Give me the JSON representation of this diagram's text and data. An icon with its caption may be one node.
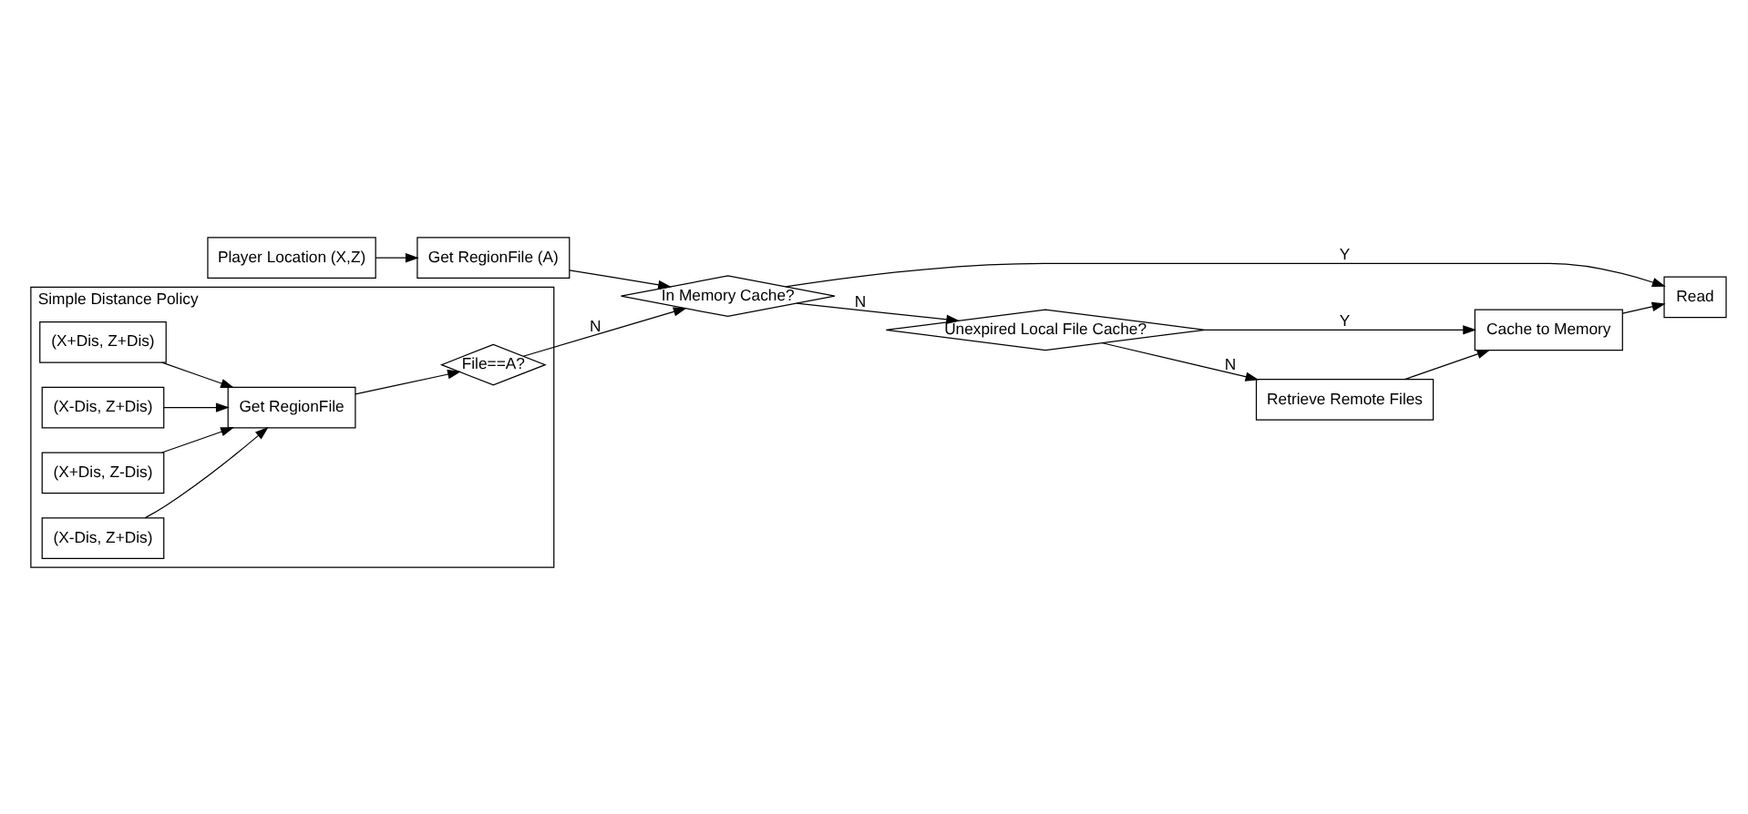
{
  "diagram": {
    "nodes": [
      {
        "text": [
          "Player Location (X,Z)"
        ]
      },
      {
        "text": [
          "Get RegionFile (A)"
        ]
      },
      {
        "text": [
          "In Memory Cache?"
        ]
      },
      {
        "text": [
          "Read"
        ]
      },
      {
        "text": [
          "Simple Distance Policy"
        ]
      },
      {
        "text": [
          "File==A?"
        ],
        "in": 4
      },
      {
        "text": [
          "(X+Dis, Z+Dis)"
        ],
        "in": 4
      },
      {
        "text": [
          "(X-Dis, Z+Dis)"
        ],
        "in": 4
      },
      {
        "text": [
          "(X+Dis, Z-Dis)"
        ],
        "in": 4
      },
      {
        "text": [
          "(X-Dis, Z+Dis)"
        ],
        "in": 4
      },
      {
        "text": [
          "Get RegionFile"
        ],
        "in": 4
      },
      {
        "text": [
          "Unexpired Local File Cache?"
        ]
      },
      {
        "text": [
          "Cache to Memory"
        ]
      },
      {
        "text": [
          "Retrieve Remote Files"
        ]
      }
    ],
    "edges": [
      {
        "from": 0,
        "to": 1,
        "arrow": "to"
      },
      {
        "from": 1,
        "to": 2,
        "arrow": "to"
      },
      {
        "from": 5,
        "to": 2,
        "arrow": "to",
        "label": "N"
      },
      {
        "from": 2,
        "to": 3,
        "arrow": "to",
        "label": "Y"
      },
      {
        "from": 2,
        "to": 11,
        "arrow": "to",
        "label": "N"
      },
      {
        "from": 11,
        "to": 12,
        "arrow": "to",
        "label": "Y"
      },
      {
        "from": 11,
        "to": 13,
        "arrow": "to",
        "label": "N"
      },
      {
        "from": 13,
        "to": 12,
        "arrow": "to"
      },
      {
        "from": 12,
        "to": 3,
        "arrow": "to"
      },
      {
        "from": 6,
        "to": 10,
        "arrow": "to"
      },
      {
        "from": 7,
        "to": 10,
        "arrow": "to"
      },
      {
        "from": 8,
        "to": 10,
        "arrow": "to"
      },
      {
        "from": 9,
        "to": 10,
        "arrow": "to"
      },
      {
        "from": 10,
        "to": 5,
        "arrow": "to"
      }
    ]
  }
}
